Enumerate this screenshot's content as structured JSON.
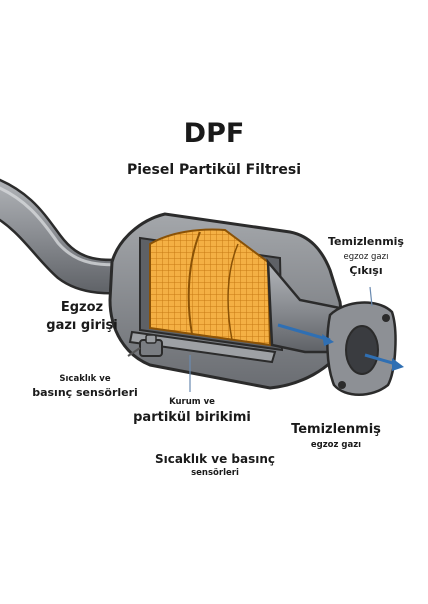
{
  "title": "DPF",
  "subtitle": "Piesel Partikül Filtresi",
  "labels": {
    "out_top_1": "Temizlenmiş",
    "out_top_2": "egzoz gazı",
    "out_top_3": "Çıkışı",
    "inlet_1": "Egzoz",
    "inlet_2": "gazı girişi",
    "sensor_left_1": "Sıcaklık ve",
    "sensor_left_2": "basınç sensörleri",
    "soot_1": "Kurum ve",
    "soot_2": "partikül birikimi",
    "out_right_1": "Temizlenmiş",
    "out_right_2": "egzoz gazı",
    "sensor_bottom_1": "Sıcaklık ve basınç",
    "sensor_bottom_2": "sensörleri"
  },
  "colors": {
    "pipe": "#8c8f94",
    "body_outline": "#2b2b2b",
    "filter": "#f2a93b",
    "flow_arrow": "#2f6fb3"
  },
  "icons": [
    "exhaust-pipe-icon",
    "dpf-housing-icon",
    "filter-core-icon",
    "flange-icon",
    "sensor-icon",
    "flow-arrow-icon"
  ]
}
